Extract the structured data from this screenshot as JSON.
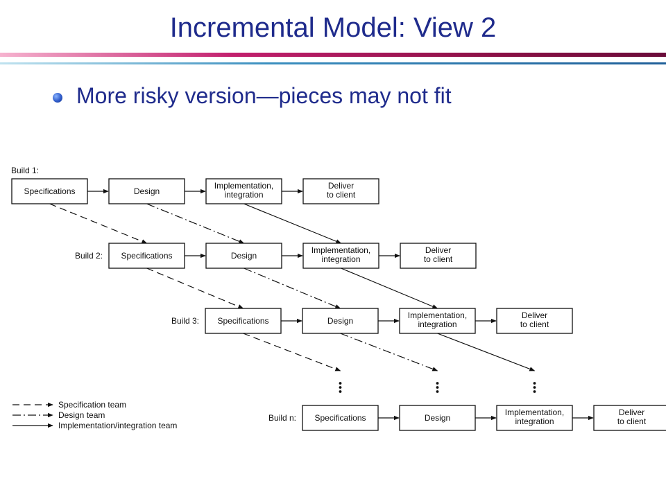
{
  "slide": {
    "title": "Incremental Model: View 2",
    "bullet": "More risky version—pieces may not fit"
  },
  "diagram": {
    "builds": [
      {
        "label": "Build 1:",
        "steps": [
          {
            "lines": [
              "Specifications"
            ]
          },
          {
            "lines": [
              "Design"
            ]
          },
          {
            "lines": [
              "Implementation,",
              "integration"
            ]
          },
          {
            "lines": [
              "Deliver",
              "to client"
            ]
          }
        ]
      },
      {
        "label": "Build 2:",
        "steps": [
          {
            "lines": [
              "Specifications"
            ]
          },
          {
            "lines": [
              "Design"
            ]
          },
          {
            "lines": [
              "Implementation,",
              "integration"
            ]
          },
          {
            "lines": [
              "Deliver",
              "to client"
            ]
          }
        ]
      },
      {
        "label": "Build 3:",
        "steps": [
          {
            "lines": [
              "Specifications"
            ]
          },
          {
            "lines": [
              "Design"
            ]
          },
          {
            "lines": [
              "Implementation,",
              "integration"
            ]
          },
          {
            "lines": [
              "Deliver",
              "to client"
            ]
          }
        ]
      },
      {
        "label": "Build n:",
        "steps": [
          {
            "lines": [
              "Specifications"
            ]
          },
          {
            "lines": [
              "Design"
            ]
          },
          {
            "lines": [
              "Implementation,",
              "integration"
            ]
          },
          {
            "lines": [
              "Deliver",
              "to client"
            ]
          }
        ]
      }
    ],
    "legend": [
      {
        "label": "Specification team",
        "style": "dashed"
      },
      {
        "label": "Design team",
        "style": "dash-dot"
      },
      {
        "label": "Implementation/integration team",
        "style": "solid"
      }
    ]
  },
  "colors": {
    "title": "#1f2b8c",
    "rule_magenta": "#c21f6d",
    "rule_blue": "#1f5f99",
    "stroke": "#111111"
  }
}
